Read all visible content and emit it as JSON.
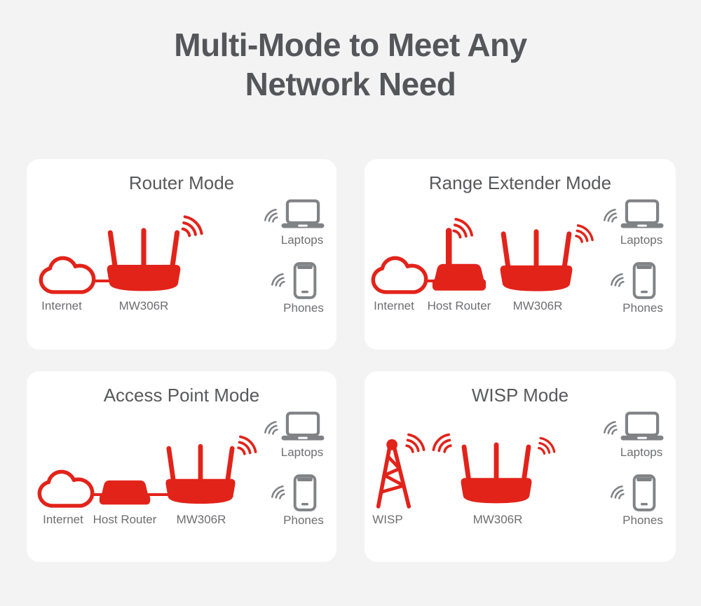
{
  "title": {
    "line1": "Multi-Mode to Meet Any",
    "line2": "Network Need"
  },
  "colors": {
    "brand_red": "#E2231A",
    "device_gray": "#808285",
    "label_gray": "#6D6E71",
    "title_gray": "#55565A",
    "panel_title_gray": "#58595B",
    "card_background": "#FFFFFF",
    "page_background": "#F3F3F4"
  },
  "icons": {
    "cloud": "cloud-icon",
    "router": "router-icon",
    "host_router": "host-router-icon",
    "host_router_box": "host-router-box-icon",
    "radio_tower": "radio-tower-icon",
    "wifi": "wifi-waves-icon",
    "laptop": "laptop-icon",
    "phone": "phone-icon"
  },
  "panels": {
    "router_mode": {
      "title": "Router Mode",
      "labels": {
        "internet": "Internet",
        "device": "MW306R",
        "laptops": "Laptops",
        "phones": "Phones"
      }
    },
    "range_extender_mode": {
      "title": "Range Extender Mode",
      "labels": {
        "internet": "Internet",
        "host_router": "Host Router",
        "device": "MW306R",
        "laptops": "Laptops",
        "phones": "Phones"
      }
    },
    "access_point_mode": {
      "title": "Access Point Mode",
      "labels": {
        "internet": "Internet",
        "host_router": "Host Router",
        "device": "MW306R",
        "laptops": "Laptops",
        "phones": "Phones"
      }
    },
    "wisp_mode": {
      "title": "WISP Mode",
      "labels": {
        "wisp": "WISP",
        "device": "MW306R",
        "laptops": "Laptops",
        "phones": "Phones"
      }
    }
  }
}
